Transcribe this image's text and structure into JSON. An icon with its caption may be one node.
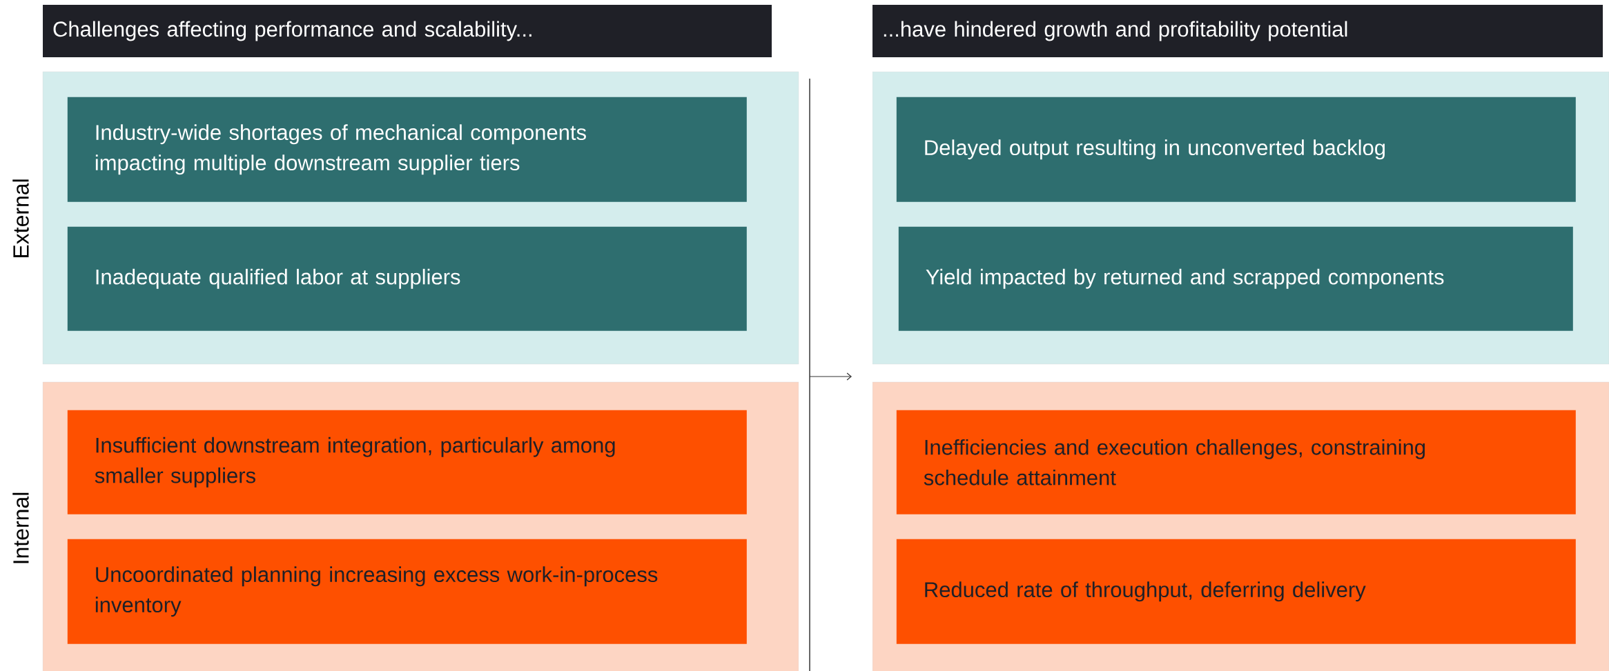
{
  "diagram": {
    "nodes": [
      {
        "text": [
          "Challenges affecting performance and scalability..."
        ]
      },
      {
        "text": [
          "...have hindered growth and profitability potential"
        ]
      },
      {
        "text": [],
        "shape": "box"
      },
      {
        "text": [
          "Industry-wide shortages of mechanical components impacting multiple downstream supplier tiers"
        ],
        "in": 2
      },
      {
        "text": [
          "Inadequate qualified labor at suppliers"
        ],
        "in": 2
      },
      {
        "text": [],
        "shape": "box"
      },
      {
        "text": [
          "Insufficient downstream integration, particularly among smaller suppliers"
        ],
        "in": 5
      },
      {
        "text": [
          "Uncoordinated planning increasing excess work-in-process inventory"
        ],
        "in": 5
      },
      {
        "text": [],
        "shape": "box"
      },
      {
        "text": [
          "Delayed output resulting in unconverted backlog"
        ],
        "in": 8
      },
      {
        "text": [
          "Yield impacted by returned and scrapped components"
        ],
        "in": 8
      },
      {
        "text": [],
        "shape": "box"
      },
      {
        "text": [
          "Inefficiencies and execution challenges, constraining schedule attainment"
        ],
        "in": 11
      },
      {
        "text": [
          "Reduced rate of throughput, deferring delivery"
        ],
        "in": 11
      }
    ],
    "labels": [
      "External",
      "Internal"
    ]
  }
}
